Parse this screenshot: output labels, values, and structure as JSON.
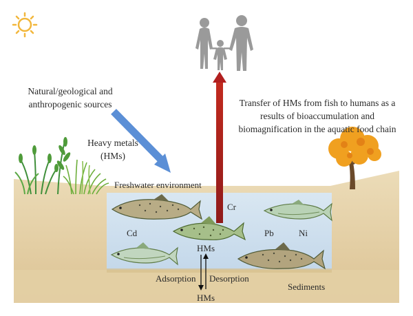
{
  "labels": {
    "sources": [
      "Natural/geological and",
      "anthropogenic sources"
    ],
    "heavy_metals": [
      "Heavy metals",
      "(HMs)"
    ],
    "transfer": [
      "Transfer of HMs from fish to humans as a",
      "results of bioaccumulation and",
      "biomagnification in the aquatic food chain"
    ],
    "freshwater": "Freshwater environment",
    "metal_cr": "Cr",
    "metal_cd": "Cd",
    "metal_pb": "Pb",
    "metal_ni": "Ni",
    "hms_top": "HMs",
    "adsorption": "Adsorption",
    "desorption": "Desorption",
    "hms_bottom": "HMs",
    "sediments": "Sediments"
  },
  "icons": [
    "sun-icon",
    "family-icon",
    "reed-plant-icon",
    "grass-icon",
    "autumn-tree-icon",
    "fish-icon"
  ],
  "colors": {
    "soil": "#e6d2a8",
    "water": "#cfe0ee",
    "sediment": "#e9dbbb",
    "transfer_arrow": "#b11f1f",
    "input_arrow": "#5b8fd6",
    "people": "#9a9a9a",
    "sun": "#f2b73c",
    "tree_leaves": "#f0a020"
  }
}
